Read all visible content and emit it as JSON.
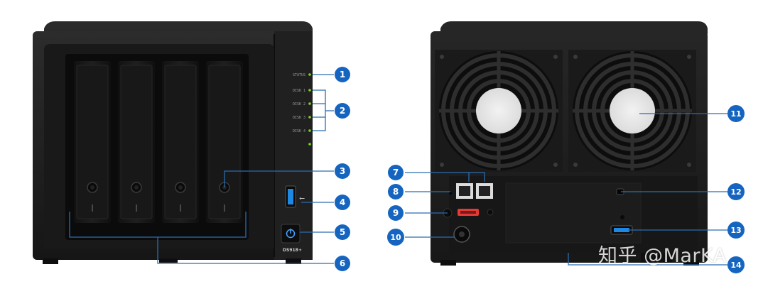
{
  "front": {
    "led_labels": [
      "STATUS",
      "DISK 1",
      "DISK 2",
      "DISK 3",
      "DISK 4"
    ],
    "model_label": "DS918+",
    "drive_bays": 4
  },
  "callouts": [
    "1",
    "2",
    "3",
    "4",
    "5",
    "6",
    "7",
    "8",
    "9",
    "10",
    "11",
    "12",
    "13",
    "14"
  ],
  "watermark": "知乎 @MarKA",
  "colors": {
    "callout_blue": "#1565c0",
    "leader_line": "#2b6cb0",
    "led_green": "#7ed321",
    "chassis": "#1b1b1b",
    "usb_blue": "#1e88e5",
    "eject_red": "#e53935"
  }
}
